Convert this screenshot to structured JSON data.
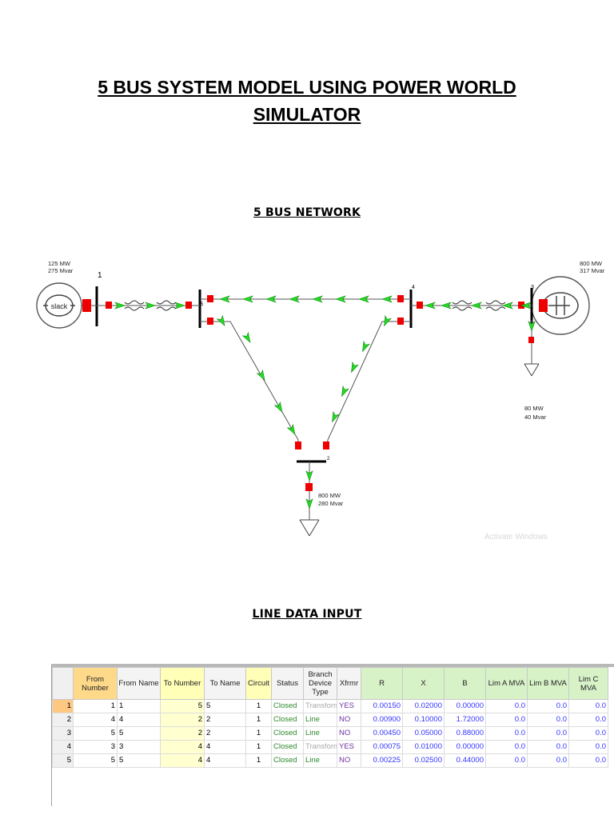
{
  "document": {
    "title_line1": "5 BUS SYSTEM MODEL USING POWER WORLD",
    "title_line2": "SIMULATOR",
    "network_heading": "5 BUS NETWORK",
    "line_data_heading": "LINE DATA INPUT"
  },
  "diagram": {
    "slack_label": "slack",
    "gen1_mw": "125 MW",
    "gen1_mvar": "275 Mvar",
    "gen3_mw": "800 MW",
    "gen3_mvar": "317 Mvar",
    "load3_mw": "80 MW",
    "load3_mvar": "40 Mvar",
    "load2_mw": "800 MW",
    "load2_mvar": "280 Mvar",
    "bus1": "1",
    "bus2": "2",
    "bus3": "3",
    "bus4": "4",
    "bus5": "5",
    "watermark": "Activate Windows",
    "colors": {
      "flow_arrow": "#22dd22",
      "breaker": "#ee0000",
      "bus": "#000000"
    }
  },
  "line_table": {
    "headers": [
      "From Number",
      "From Name",
      "To Number",
      "To Name",
      "Circuit",
      "Status",
      "Branch Device Type",
      "Xfrmr",
      "R",
      "X",
      "B",
      "Lim A MVA",
      "Lim B MVA",
      "Lim C MVA"
    ],
    "rows": [
      {
        "n": "1",
        "from_num": "1",
        "from_name": "1",
        "to_num": "5",
        "to_name": "5",
        "circuit": "1",
        "status": "Closed",
        "type": "Transformer",
        "xfrmr": "YES",
        "r": "0.00150",
        "x": "0.02000",
        "b": "0.00000",
        "lim_a": "0.0",
        "lim_b": "0.0",
        "lim_c": "0.0"
      },
      {
        "n": "2",
        "from_num": "4",
        "from_name": "4",
        "to_num": "2",
        "to_name": "2",
        "circuit": "1",
        "status": "Closed",
        "type": "Line",
        "xfrmr": "NO",
        "r": "0.00900",
        "x": "0.10000",
        "b": "1.72000",
        "lim_a": "0.0",
        "lim_b": "0.0",
        "lim_c": "0.0"
      },
      {
        "n": "3",
        "from_num": "5",
        "from_name": "5",
        "to_num": "2",
        "to_name": "2",
        "circuit": "1",
        "status": "Closed",
        "type": "Line",
        "xfrmr": "NO",
        "r": "0.00450",
        "x": "0.05000",
        "b": "0.88000",
        "lim_a": "0.0",
        "lim_b": "0.0",
        "lim_c": "0.0"
      },
      {
        "n": "4",
        "from_num": "3",
        "from_name": "3",
        "to_num": "4",
        "to_name": "4",
        "circuit": "1",
        "status": "Closed",
        "type": "Transformer",
        "xfrmr": "YES",
        "r": "0.00075",
        "x": "0.01000",
        "b": "0.00000",
        "lim_a": "0.0",
        "lim_b": "0.0",
        "lim_c": "0.0"
      },
      {
        "n": "5",
        "from_num": "5",
        "from_name": "5",
        "to_num": "4",
        "to_name": "4",
        "circuit": "1",
        "status": "Closed",
        "type": "Line",
        "xfrmr": "NO",
        "r": "0.00225",
        "x": "0.02500",
        "b": "0.44000",
        "lim_a": "0.0",
        "lim_b": "0.0",
        "lim_c": "0.0"
      }
    ]
  }
}
